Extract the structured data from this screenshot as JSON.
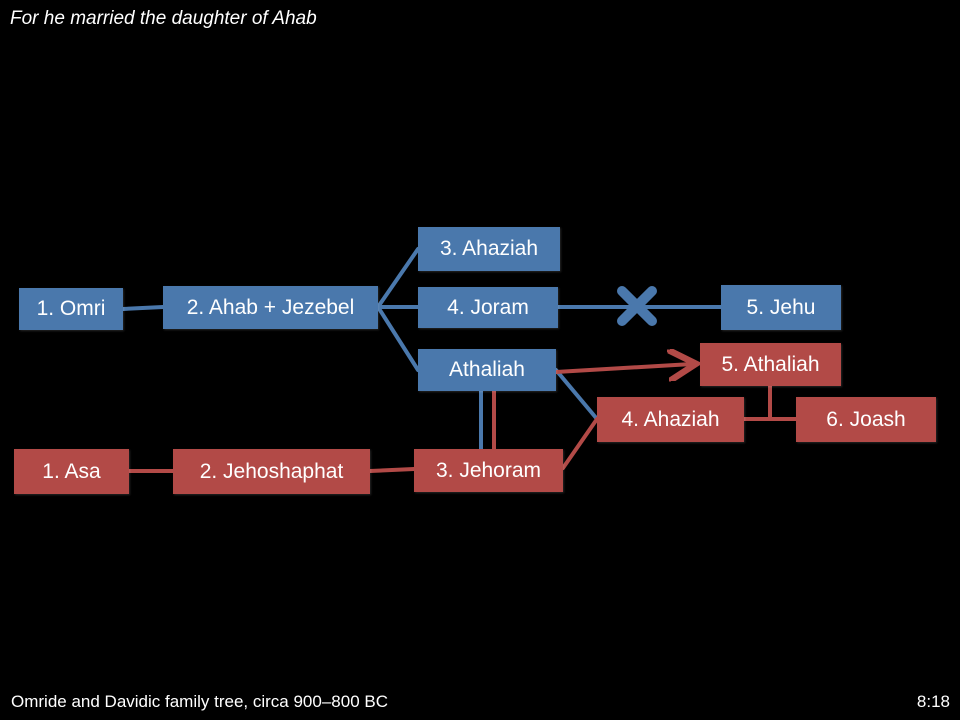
{
  "slide": {
    "title": "For he married the daughter of Ahab",
    "caption": "Omride and Davidic family tree, circa 900–800 BC",
    "timestamp": "8:18"
  },
  "colors": {
    "omride": "#4a78ac",
    "davidic": "#b24a47",
    "background": "#000000"
  },
  "nodes": {
    "omri": "1. Omri",
    "ahab_jezebel": "2. Ahab + Jezebel",
    "ahaziah_omride": "3. Ahaziah",
    "joram": "4. Joram",
    "jehu": "5. Jehu",
    "athaliah": "Athaliah",
    "asa": "1. Asa",
    "jehoshaphat": "2. Jehoshaphat",
    "jehoram": "3. Jehoram",
    "ahaziah_davidic": "4. Ahaziah",
    "athaliah_queen": "5. Athaliah",
    "joash": "6. Joash"
  },
  "icons": {
    "cross": "cross-icon"
  }
}
